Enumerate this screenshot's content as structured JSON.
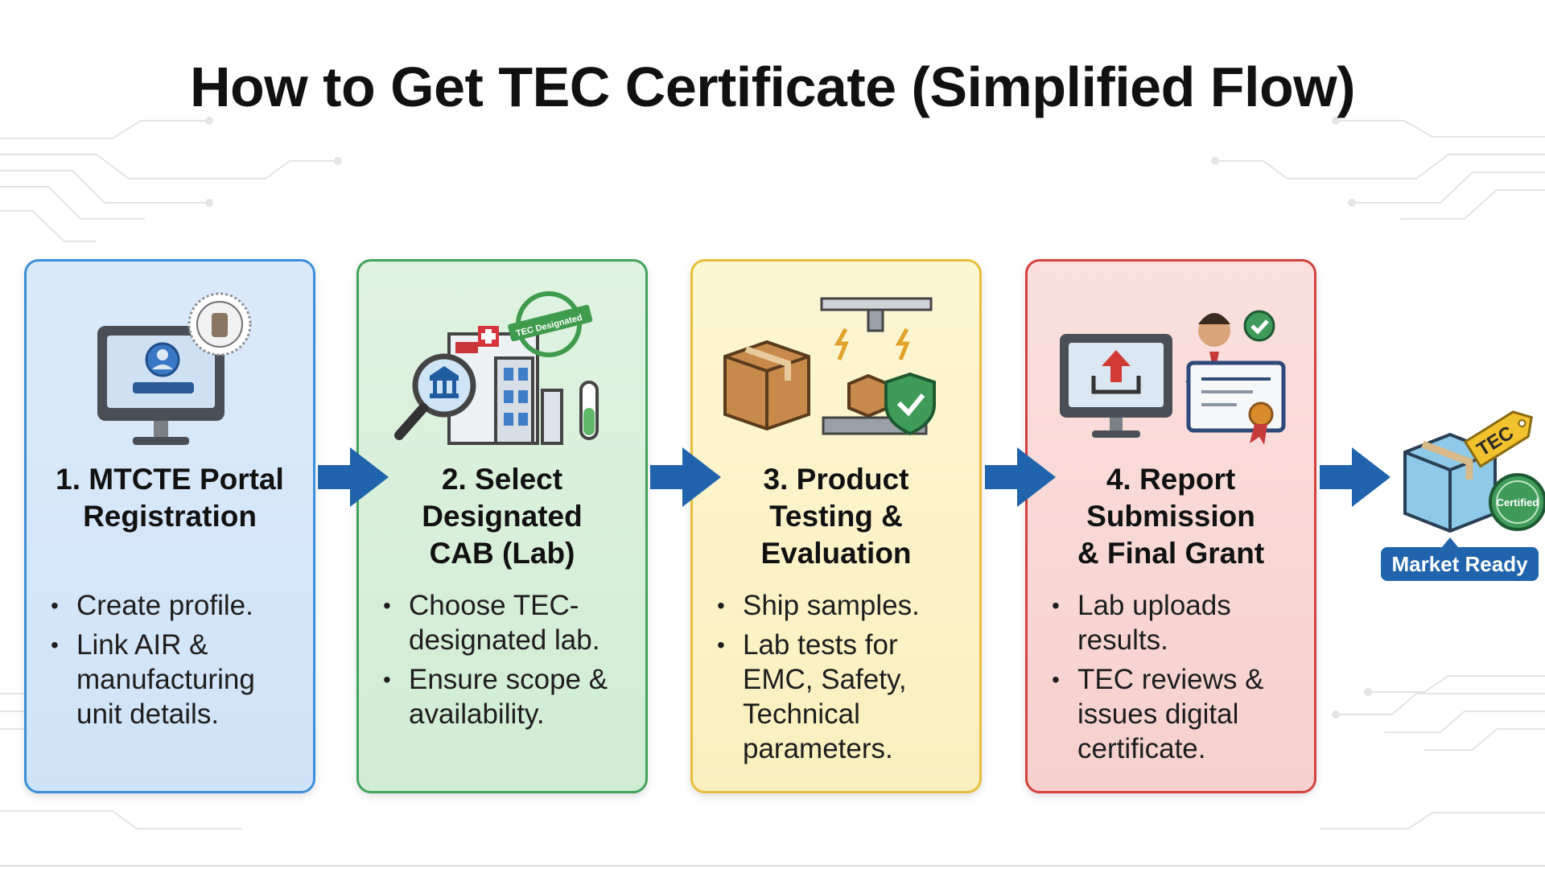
{
  "title": "How to Get TEC Certificate (Simplified Flow)",
  "steps": [
    {
      "heading": [
        "1. MTCTE Portal",
        "Registration"
      ],
      "bullets": [
        "Create profile.",
        "Link AIR & manufacturing unit details."
      ],
      "color": "#3b8fd9",
      "icon": "portal-registration-icon"
    },
    {
      "heading": [
        "2. Select",
        "Designated",
        "CAB (Lab)"
      ],
      "bullets": [
        "Choose TEC-designated lab.",
        "Ensure scope & availability."
      ],
      "color": "#43a35a",
      "icon": "designated-lab-icon",
      "stamp_text": "TEC Designated"
    },
    {
      "heading": [
        "3. Product",
        "Testing &",
        "Evaluation"
      ],
      "bullets": [
        "Ship samples.",
        "Lab tests for EMC, Safety, Technical parameters."
      ],
      "color": "#e9be3a",
      "icon": "product-testing-icon"
    },
    {
      "heading": [
        "4. Report",
        "Submission",
        "& Final Grant"
      ],
      "bullets": [
        "Lab uploads results.",
        "TEC reviews & issues digital certificate."
      ],
      "color": "#d5413d",
      "icon": "report-certificate-icon"
    }
  ],
  "final": {
    "tag_text": "TEC",
    "seal_text": "Certified",
    "badge": "Market Ready",
    "icon": "certified-box-icon"
  },
  "colors": {
    "arrow": "#1f64ad",
    "badge": "#1f64ad",
    "circuit_lines": "#e3e5e8"
  }
}
